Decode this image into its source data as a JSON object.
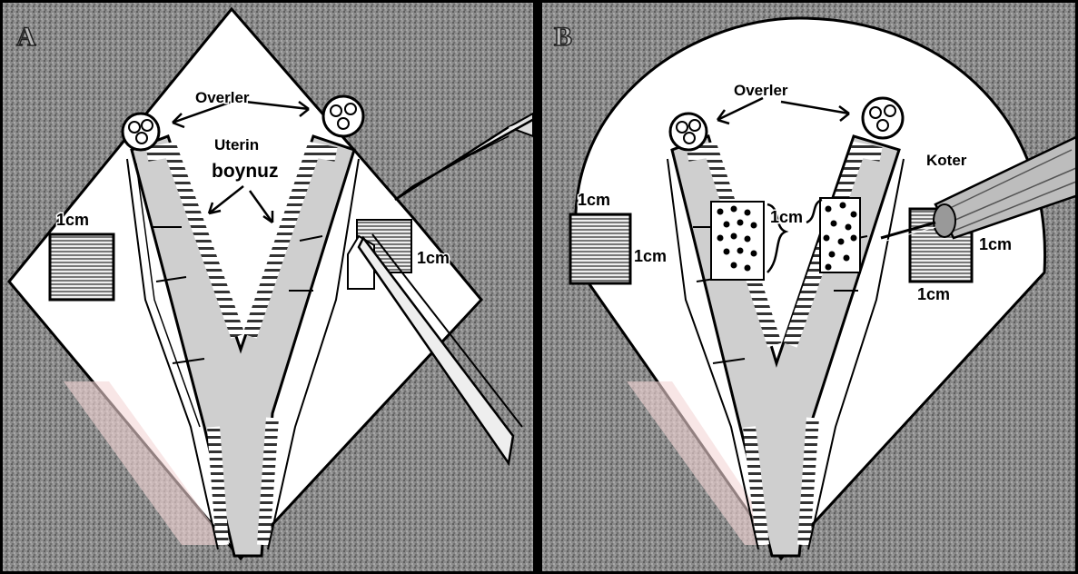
{
  "panel_a": {
    "letter": "A",
    "ovaries": "Overler",
    "horn_line1": "Uterin",
    "horn_line2": "boynuz",
    "square_left_label": "1cm",
    "square_right_label": "1cm"
  },
  "panel_b": {
    "letter": "B",
    "ovaries": "Overler",
    "cautery": "Koter",
    "left_top": "1cm",
    "left_side": "1cm",
    "horn_label": "1cm",
    "right_side": "1cm",
    "right_bottom": "1cm"
  },
  "colors": {
    "outline": "#000000",
    "uterus_fill": "#cfcfcf",
    "paper": "#ffffff",
    "background": "#7a7a7a",
    "watermark": "#f3d6d6"
  }
}
